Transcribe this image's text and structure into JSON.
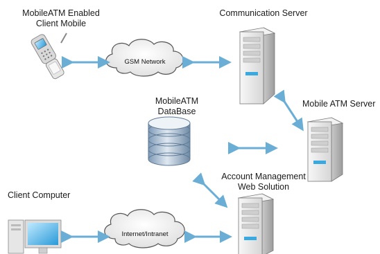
{
  "nodes": {
    "client_mobile": {
      "label_line1": "MobileATM Enabled",
      "label_line2": "Client Mobile"
    },
    "communication_server": {
      "label": "Communication Server"
    },
    "gsm_network": {
      "label": "GSM Network"
    },
    "mobile_atm_server": {
      "label": "Mobile ATM Server"
    },
    "database": {
      "label_line1": "MobileATM",
      "label_line2": "DataBase"
    },
    "account_management": {
      "label_line1": "Account Management",
      "label_line2": "Web  Solution"
    },
    "client_computer": {
      "label": "Client Computer"
    },
    "internet": {
      "label": "Internet/Intranet"
    }
  },
  "colors": {
    "arrow": "#6aaed6",
    "server_body": "#e9e9e9",
    "server_side": "#bdbdbd",
    "database": "#9fb6cc",
    "cloud": "#f4f4f4"
  }
}
